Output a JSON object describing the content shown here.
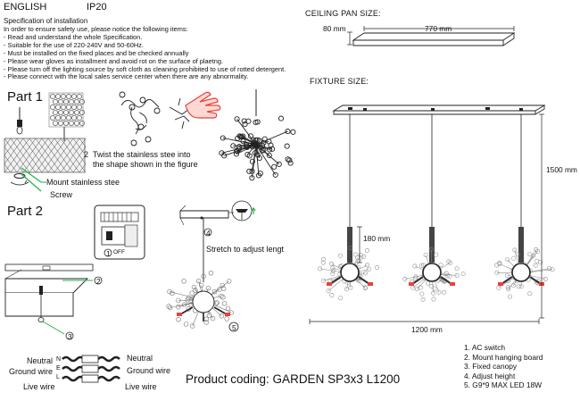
{
  "header": {
    "language": "ENGLISH",
    "rating": "IP20"
  },
  "spec": {
    "title": "Specification of installation",
    "lines": [
      "In order to ensure safety use, please notice the following items:",
      "- Read and understand the whole Specification.",
      "- Suitable for the use of 220-240V and 50-60Hz.",
      "- Must be installed on the fixed places and be checked annually",
      "- Please wear gloves as installment and avoid rot on the surface of plaetng.",
      "- Please turn off the lighting source by soft cloth as cleaning prohibited to use of rotted detergent.",
      "- Please connect with the local sales service center when there are any abnormality."
    ]
  },
  "part1": {
    "title": "Part 1",
    "step2": "Twist the stainless stee into\nthe shape shown in the figure",
    "step2_num": "2",
    "mount": "Mount stainless stee",
    "screw": "Screw"
  },
  "part2": {
    "title": "Part 2",
    "off": "OFF",
    "stretch": "Stretch to adjust lengt",
    "n1": "1",
    "n2": "2",
    "n3": "3",
    "n4": "4",
    "n5": "5"
  },
  "wiring": {
    "left": [
      "Neutral",
      "Ground wire",
      "Live wire"
    ],
    "right": [
      "Neutral",
      "Ground wire",
      "Live wire"
    ],
    "letters": [
      "N",
      "E",
      "L"
    ]
  },
  "ceiling_pan": {
    "title": "CEILING PAN  SIZE:",
    "height": "80 mm",
    "length": "770 mm"
  },
  "fixture": {
    "title": "FIXTURE SIZE:",
    "height": "1500 mm",
    "pendant": "180 mm",
    "width": "1200 mm"
  },
  "product_coding": "Product coding: GARDEN SP3x3 L1200",
  "legend": [
    "1. AC switch",
    "2. Mount hanging board",
    "3. Fixed canopy",
    "4. Adjust height",
    "5. G9*9 MAX LED 18W"
  ],
  "colors": {
    "accent_green": "#27b34a",
    "accent_red": "#e8423a",
    "line": "#222222"
  }
}
